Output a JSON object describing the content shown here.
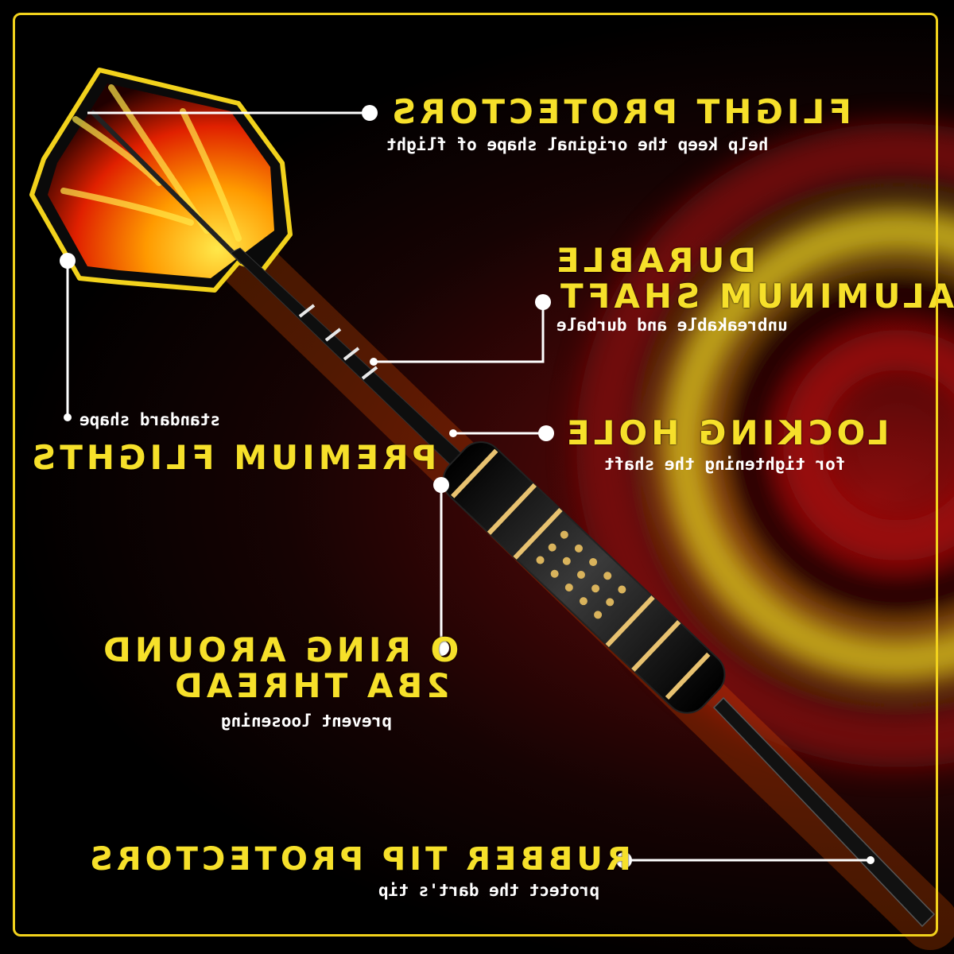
{
  "colors": {
    "accent_yellow": "#f6e02a",
    "frame_yellow": "#f2d21c",
    "text_white": "#ffffff",
    "background_red": "#8a0d0d",
    "background_black": "#000000",
    "dart_black": "#111111",
    "ring_gold": "#e8c270",
    "flame_orange": "#ff6a00"
  },
  "callouts": {
    "flight_protectors": {
      "title": "FLIGHT PROTECTORS",
      "subtitle": "help keep the original shape of flight"
    },
    "durable_shaft": {
      "title_line1": "DURABLE",
      "title_line2": "ALUMINUM SHAFT",
      "subtitle": "unbreakable and durbale"
    },
    "premium_flights": {
      "subtitle": "standard shape",
      "title": "PREMIUM FLIGHTS"
    },
    "locking_hole": {
      "title": "LOCKING HOLE",
      "subtitle": "for tightening the shaft"
    },
    "o_ring": {
      "title_line1": "O RING AROUND",
      "title_line2": "2BA THREAD",
      "subtitle": "prevent loosening"
    },
    "rubber_tip": {
      "title": "RUBBER TIP PROTECTORS",
      "subtitle": "protect the dart's tip"
    }
  },
  "icons": {
    "dart": "dart-icon",
    "dartboard_rings": "dartboard-rings-icon",
    "flame_flight": "flame-flight-icon"
  }
}
